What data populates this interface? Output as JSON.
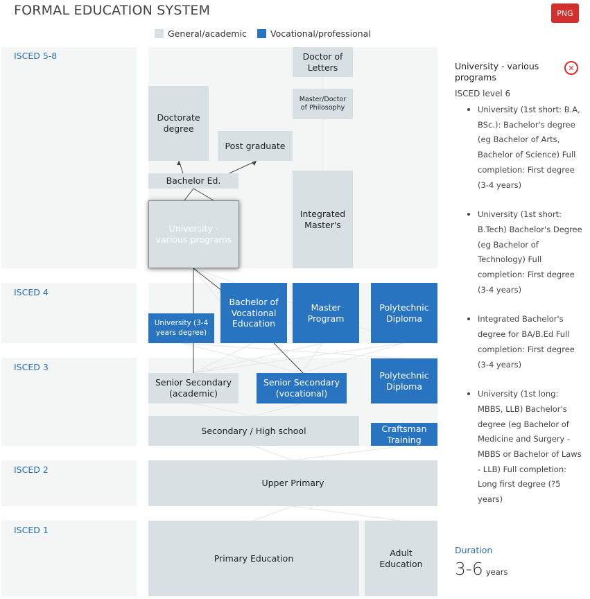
{
  "header": {
    "title": "FORMAL EDUCATION SYSTEM",
    "png_button": "PNG"
  },
  "legend": [
    {
      "label": "General/academic",
      "color": "#d8e0e4"
    },
    {
      "label": "Vocational/professional",
      "color": "#2874c0"
    }
  ],
  "levels": {
    "isced58": "ISCED 5-8",
    "isced4": "ISCED 4",
    "isced3": "ISCED 3",
    "isced2": "ISCED 2",
    "isced1": "ISCED 1"
  },
  "programs": {
    "doctor_letters": "Doctor of Letters",
    "master_doctor_philosophy": "Master/Doctor of Philosophy",
    "doctorate_degree": "Doctorate degree",
    "post_graduate": "Post graduate",
    "bachelor_ed": "Bachelor Ed.",
    "university_various": "University - various programs",
    "integrated_masters": "Integrated Master's",
    "university_3_4": "University (3-4 years degree)",
    "bachelor_vocational": "Bachelor of Vocational Education",
    "master_program": "Master Program",
    "polytechnic_4": "Polytechnic Diploma",
    "senior_secondary_academic": "Senior Secondary (academic)",
    "senior_secondary_vocational": "Senior Secondary (vocational)",
    "polytechnic_3": "Polytechnic Diploma",
    "secondary_high": "Secondary / High school",
    "craftsman": "Craftsman Training",
    "upper_primary": "Upper Primary",
    "primary_education": "Primary Education",
    "adult_education": "Adult Education"
  },
  "detail_panel": {
    "title": "University - various programs",
    "close_icon": "close-icon",
    "isced_level": "ISCED level 6",
    "items": [
      "University (1st short: B.A, BSc.): Bachelor's degree (eg Bachelor of Arts, Bachelor of Science) Full completion: First degree (3-4 years)",
      "University (1st short: B.Tech) Bachelor's Degree (eg Bachelor of Technology) Full completion: First degree (3-4 years)",
      "Integrated Bachelor's degree for BA/B.Ed Full completion: First degree (3-4 years)",
      "University (1st long: MBBS, LLB) Bachelor's degree (eg Bachelor of Medicine and Surgery - MBBS or Bachelor of Laws - LLB) Full completion: Long first degree (?5 years)"
    ],
    "duration_label": "Duration",
    "duration_value": "3-6",
    "duration_unit": "years"
  }
}
